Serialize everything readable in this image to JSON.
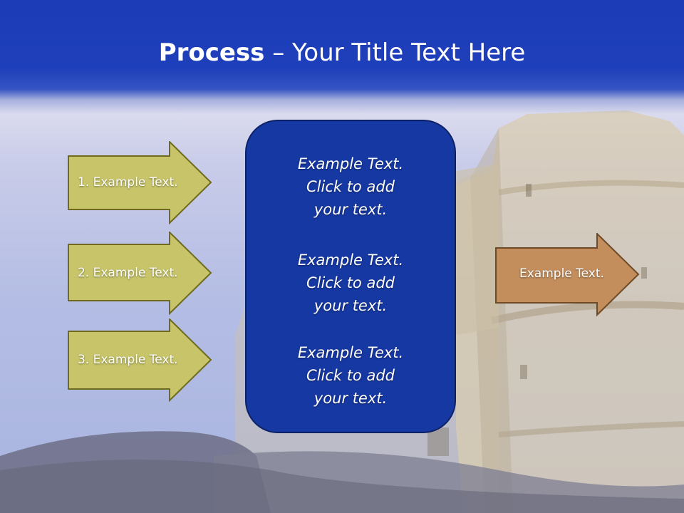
{
  "slide": {
    "title_strong": "Process",
    "title_rest": " – Your Title Text Here"
  },
  "inputs": [
    {
      "label": "1. Example Text."
    },
    {
      "label": "2. Example Text."
    },
    {
      "label": "3. Example Text."
    }
  ],
  "center": {
    "blocks": [
      {
        "lines": [
          "Example Text.",
          "Click  to add",
          "your text."
        ]
      },
      {
        "lines": [
          "Example Text.",
          "Click  to add",
          "your text."
        ]
      },
      {
        "lines": [
          "Example Text.",
          "Click  to add",
          "your text."
        ]
      }
    ]
  },
  "output": {
    "label": "Example Text."
  },
  "colors": {
    "title_band": "#1e3fbb",
    "input_arrow_fill": "#c7c46a",
    "input_arrow_stroke": "#6f6a1d",
    "center_fill": "#1638a3",
    "output_arrow_fill": "#c38d5c",
    "output_arrow_stroke": "#6e4a27"
  }
}
